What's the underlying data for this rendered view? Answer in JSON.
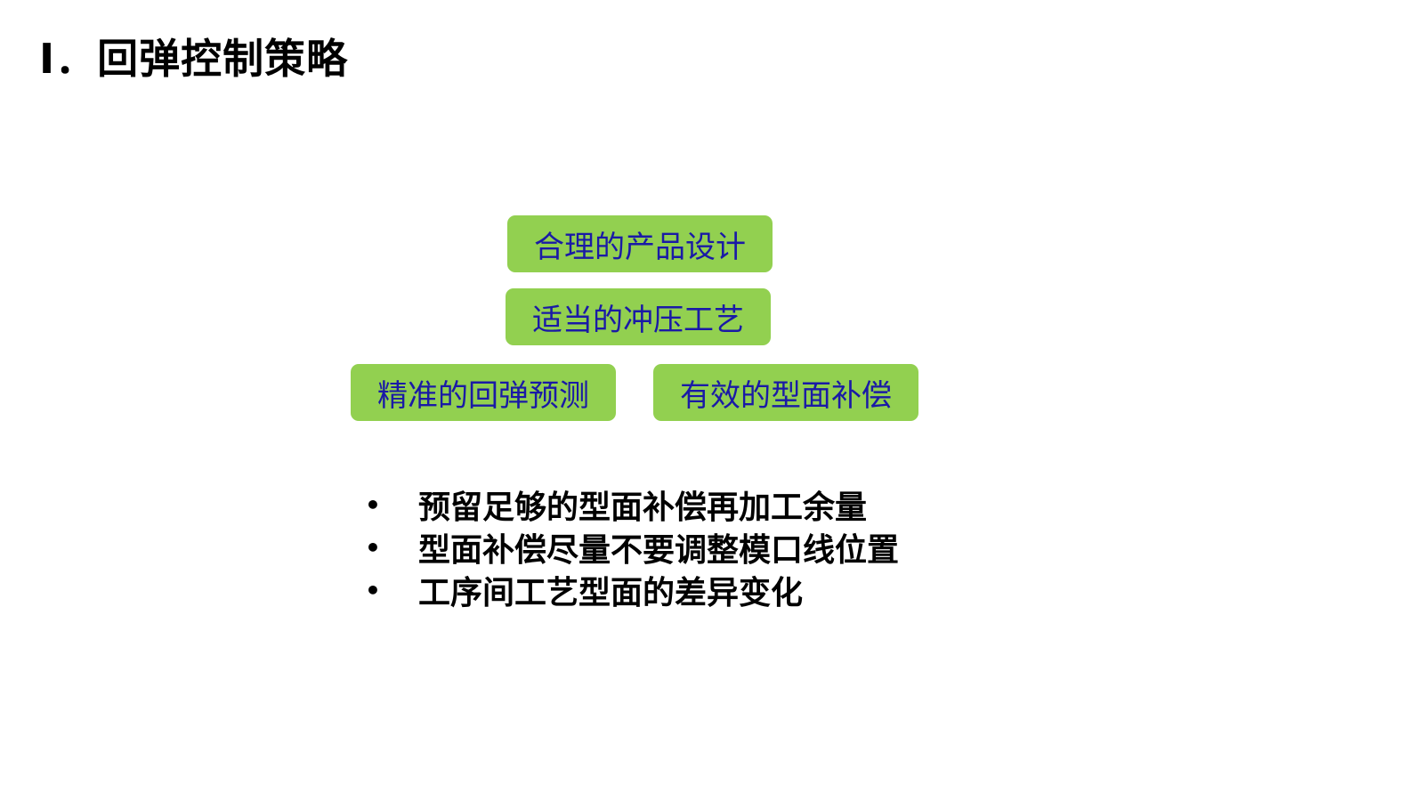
{
  "slide": {
    "title": "I．回弹控制策略"
  },
  "diagram": {
    "boxes": [
      {
        "label": "合理的产品设计"
      },
      {
        "label": "适当的冲压工艺"
      },
      {
        "label": "精准的回弹预测"
      },
      {
        "label": "有效的型面补偿"
      }
    ],
    "box_fill_color": "#92d050",
    "box_text_color": "#1a1aa6"
  },
  "bullets": {
    "marker": "•",
    "items": [
      "预留足够的型面补偿再加工余量",
      "型面补偿尽量不要调整模口线位置",
      "工序间工艺型面的差异变化"
    ]
  }
}
